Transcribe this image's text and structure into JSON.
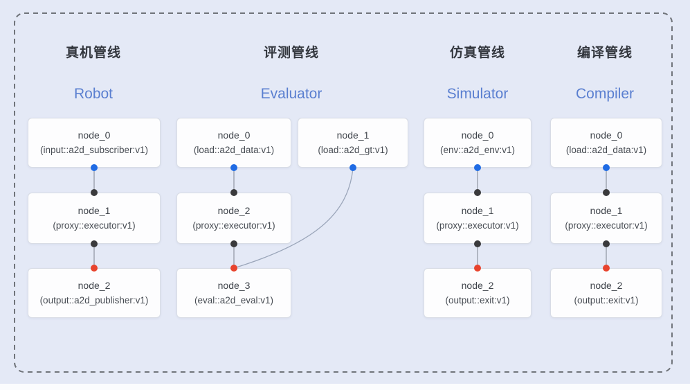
{
  "diagram": {
    "kind": "pipeline-node-graph",
    "frame_style": "dashed-rounded-rect"
  },
  "colors": {
    "background": "#e4e9f6",
    "frame_dash": "#70747a",
    "box_background": "#fdfdfe",
    "box_border": "#d8dce5",
    "title_zh_color": "#33373e",
    "title_en_color": "#5a7fd0",
    "port_blue": "#1f6be4",
    "port_black": "#3a3a3c",
    "port_red": "#e8432d",
    "connector_line": "#8d93a0",
    "connector_curve": "#9ba6ba"
  },
  "pipelines": [
    {
      "title_zh": "真机管线",
      "title_en": "Robot",
      "nodes": [
        {
          "name": "node_0",
          "type": "(input::a2d_subscriber:v1)"
        },
        {
          "name": "node_1",
          "type": "(proxy::executor:v1)"
        },
        {
          "name": "node_2",
          "type": "(output::a2d_publisher:v1)"
        }
      ],
      "edges": [
        "node_0 -> node_1",
        "node_1 -> node_2"
      ]
    },
    {
      "title_zh": "评测管线",
      "title_en": "Evaluator",
      "nodes": [
        {
          "name": "node_0",
          "type": "(load::a2d_data:v1)"
        },
        {
          "name": "node_1",
          "type": "(load::a2d_gt:v1)"
        },
        {
          "name": "node_2",
          "type": "(proxy::executor:v1)"
        },
        {
          "name": "node_3",
          "type": "(eval::a2d_eval:v1)"
        }
      ],
      "edges": [
        "node_0 -> node_2",
        "node_2 -> node_3",
        "node_1 -> node_3"
      ]
    },
    {
      "title_zh": "仿真管线",
      "title_en": "Simulator",
      "nodes": [
        {
          "name": "node_0",
          "type": "(env::a2d_env:v1)"
        },
        {
          "name": "node_1",
          "type": "(proxy::executor:v1)"
        },
        {
          "name": "node_2",
          "type": "(output::exit:v1)"
        }
      ],
      "edges": [
        "node_0 -> node_1",
        "node_1 -> node_2"
      ]
    },
    {
      "title_zh": "编译管线",
      "title_en": "Compiler",
      "nodes": [
        {
          "name": "node_0",
          "type": "(load::a2d_data:v1)"
        },
        {
          "name": "node_1",
          "type": "(proxy::executor:v1)"
        },
        {
          "name": "node_2",
          "type": "(output::exit:v1)"
        }
      ],
      "edges": [
        "node_0 -> node_1",
        "node_1 -> node_2"
      ]
    }
  ]
}
